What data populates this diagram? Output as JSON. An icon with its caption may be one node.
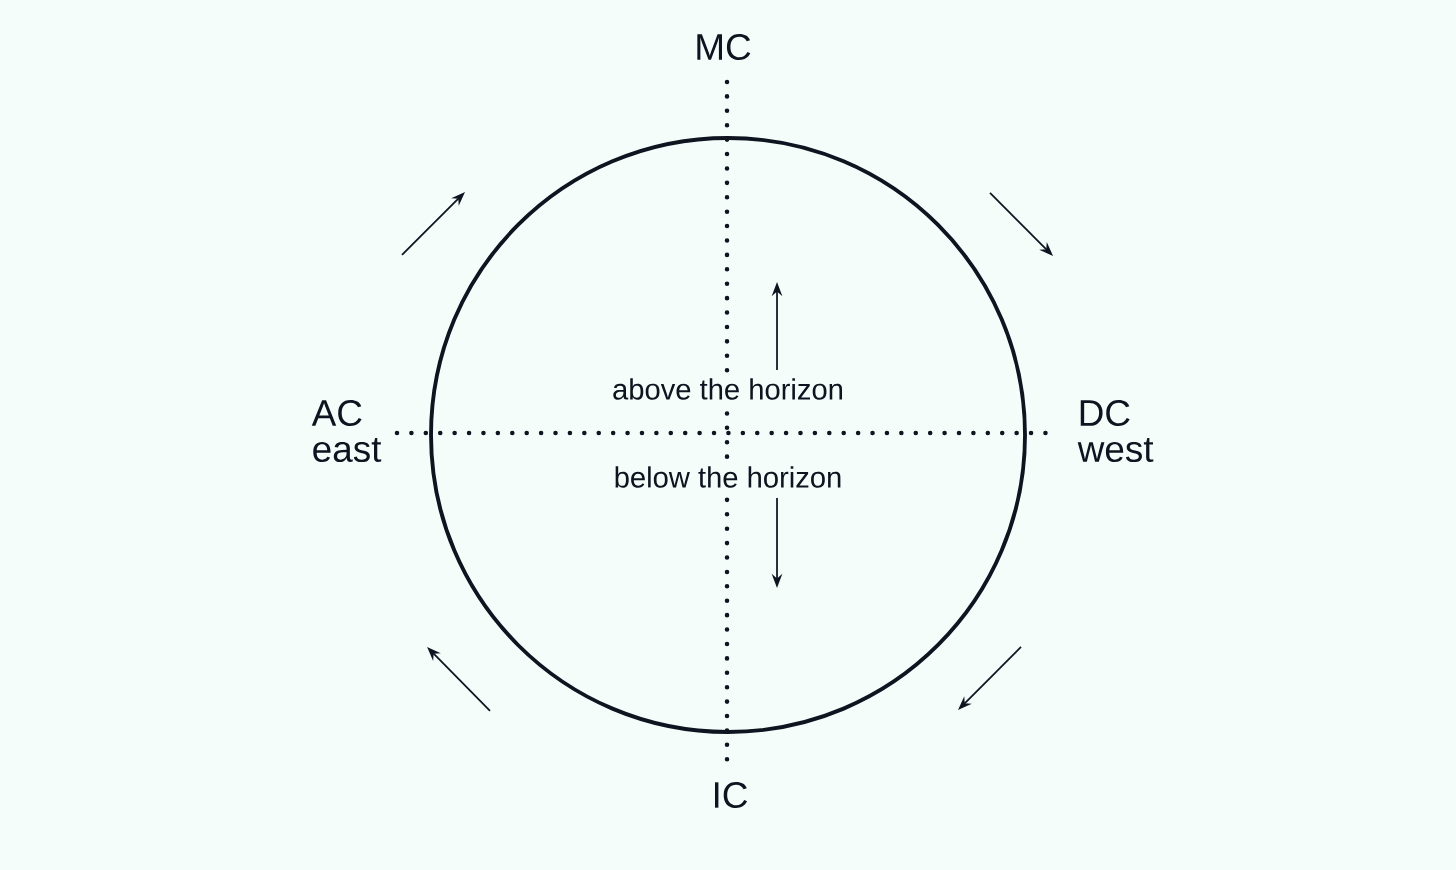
{
  "diagram": {
    "nodes": [
      {
        "text": [
          "above the horizon",
          "below the horizon"
        ]
      }
    ],
    "labels": [
      "MC",
      "AC",
      "east",
      "DC",
      "west",
      "IC"
    ]
  }
}
